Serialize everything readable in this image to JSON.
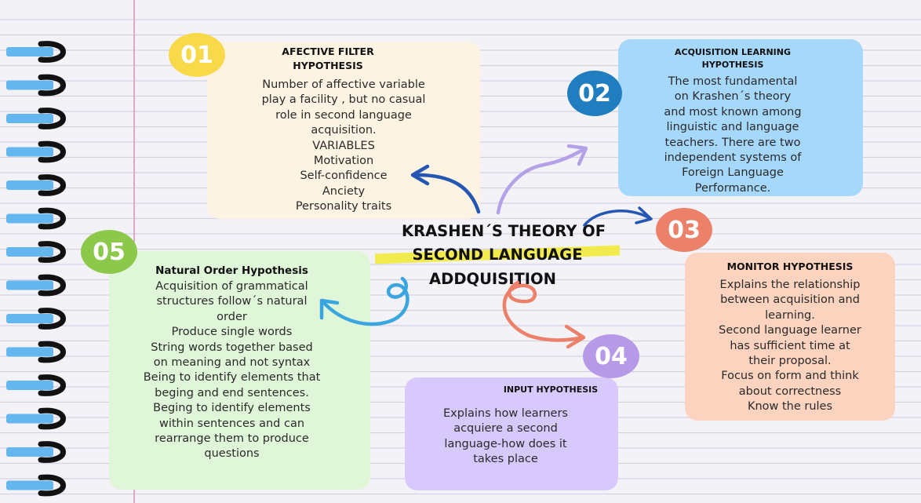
{
  "colors": {
    "background": "#f3f2f7",
    "rule_lines": "#d5d2e2",
    "margin_line": "#d9a9c8",
    "spiral_blue": "#64b6ee",
    "spiral_black": "#111111",
    "box1": "#fdf3e2",
    "num1": "#f7d94a",
    "box2": "#a6d8fb",
    "num2": "#1f7dc0",
    "box3": "#fbd3be",
    "num3": "#ec8069",
    "box4": "#d7c9fb",
    "num4": "#b69ae8",
    "box5": "#e0f6d9",
    "num5": "#8cc84a",
    "highlight": "#f2ea3a",
    "arrow_blue": "#2457b3",
    "arrow_purple": "#b5a1e8",
    "arrow_orange": "#ec8069",
    "arrow_cyan": "#3aa6e0"
  },
  "center": {
    "line1": "KRASHEN´S THEORY OF",
    "line2": "SECOND LANGUAGE",
    "line3": "ADDQUISITION"
  },
  "hypotheses": [
    {
      "number": "01",
      "title_lines": [
        "AFECTIVE FILTER",
        "HYPOTHESIS"
      ],
      "body_lines": [
        "Number of affective variable",
        "play a facility , but no casual",
        "role in second language",
        "acquisition.",
        "VARIABLES",
        "Motivation",
        "Self-confidence",
        "Anciety",
        "Personality traits"
      ]
    },
    {
      "number": "02",
      "title_lines": [
        "ACQUISITION LEARNING",
        "HYPOTHESIS"
      ],
      "body_lines": [
        "The most fundamental",
        "on Krashen´s theory",
        "and most known among",
        "linguistic and language",
        "teachers. There are  two",
        "independent systems of",
        "Foreign Language",
        "Performance."
      ]
    },
    {
      "number": "03",
      "title_lines": [
        "MONITOR HYPOTHESIS"
      ],
      "body_lines": [
        "Explains the relationship",
        "between acquisition and",
        "learning.",
        "Second language learner",
        "has sufficient time at",
        "their proposal.",
        "Focus on form and think",
        "about correctness",
        "Know the rules"
      ]
    },
    {
      "number": "04",
      "title_lines": [
        "INPUT HYPOTHESIS"
      ],
      "body_lines": [
        "Explains how learners",
        "acquiere a second",
        "language-how does it",
        "takes place"
      ]
    },
    {
      "number": "05",
      "title_lines": [
        "Natural Order Hypothesis"
      ],
      "body_lines": [
        "Acquisition  of grammatical",
        "structures follow´s natural",
        "order",
        "Produce single  words",
        "String words together based",
        "on meaning and not syntax",
        "Being to identify elements  that",
        "beging  and end sentences.",
        "Beging to identify elements",
        "within sentences  and can",
        "rearrange them to  produce",
        "questions"
      ]
    }
  ]
}
